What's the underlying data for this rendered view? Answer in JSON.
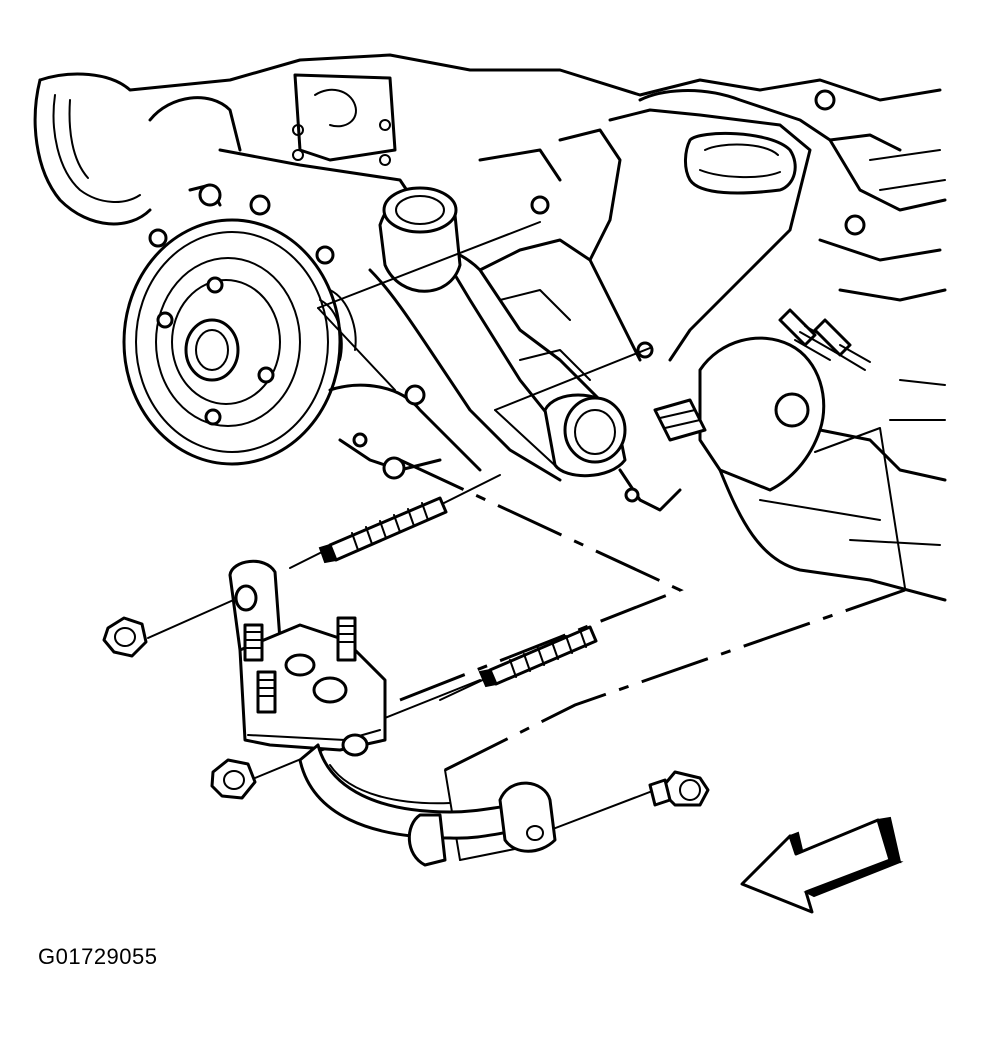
{
  "figure": {
    "id_label": "G01729055"
  },
  "parts": [
    {
      "name": "water-pump-pulley"
    },
    {
      "name": "thermostat-housing-outlet"
    },
    {
      "name": "engine-block"
    },
    {
      "name": "stud"
    },
    {
      "name": "nut"
    },
    {
      "name": "coolant-bypass-pipe"
    },
    {
      "name": "bolt"
    },
    {
      "name": "direction-arrow"
    }
  ]
}
